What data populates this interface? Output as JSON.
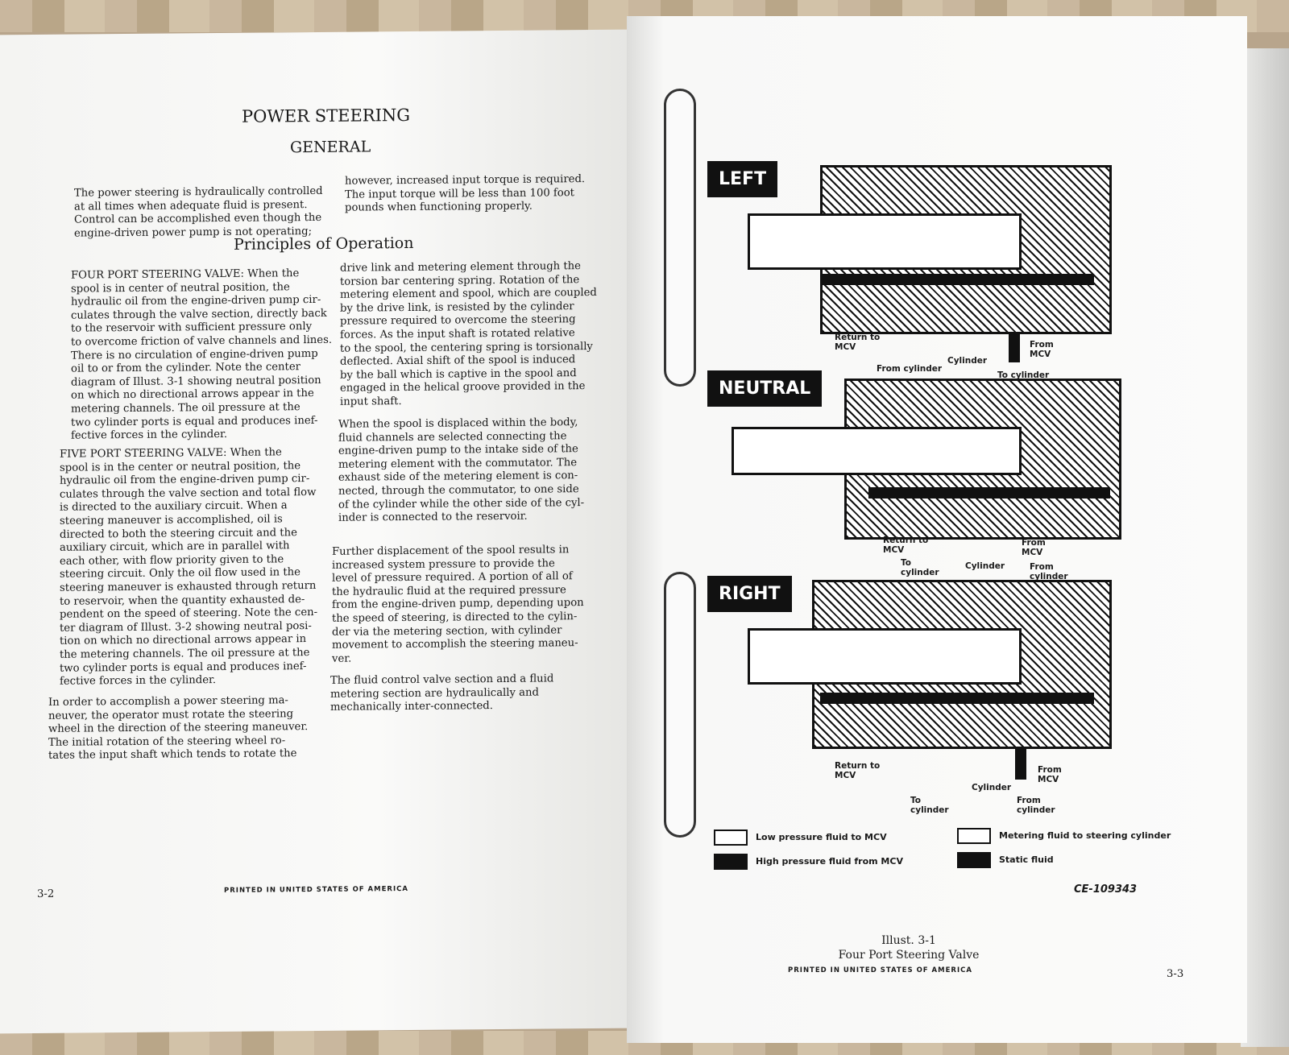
{
  "left_page": {
    "title": "POWER STEERING",
    "subtitle": "GENERAL",
    "intro_col1": "The power steering is hydraulically controlled\nat all times when adequate fluid is present.\nControl can be accomplished even though the\nengine-driven power pump is not operating;",
    "intro_col2": "however, increased input torque is required.\nThe input torque will be less than 100 foot\npounds when functioning properly.",
    "section_heading": "Principles of Operation",
    "col1_p1": "FOUR PORT STEERING VALVE:  When the\nspool is in center of neutral position, the\nhydraulic oil from the engine-driven pump cir-\nculates through the valve section, directly back\nto the reservoir with sufficient pressure only\nto overcome friction of valve channels and lines.\nThere is no circulation of engine-driven pump\noil to or from the cylinder.  Note the center\ndiagram of Illust. 3-1 showing neutral position\non which no directional arrows appear in the\nmetering channels.  The oil pressure at the\ntwo cylinder ports is equal and produces inef-\nfective forces in the cylinder.",
    "col1_p2": "FIVE PORT STEERING VALVE:  When the\nspool is in the center or neutral position, the\nhydraulic oil from the engine-driven pump cir-\nculates through the valve section and total flow\nis directed to the auxiliary circuit.  When a\nsteering maneuver is accomplished, oil is\ndirected to both the steering circuit and the\nauxiliary circuit, which are in parallel with\neach other, with flow priority given to the\nsteering circuit.  Only the oil flow used in the\nsteering maneuver is exhausted through return\nto reservoir, when the quantity exhausted de-\npendent on the speed of steering.  Note the cen-\nter diagram of Illust. 3-2 showing neutral posi-\ntion on which no directional arrows appear in\nthe metering channels.  The oil pressure at the\ntwo cylinder ports is equal and produces inef-\nfective forces in the cylinder.",
    "col1_p3": "In order to accomplish a power steering ma-\nneuver, the operator must rotate the steering\nwheel in the direction of the steering maneuver.\nThe initial rotation of the steering wheel ro-\ntates the input shaft which tends to rotate the",
    "col2_p1": "drive link and metering element through the\ntorsion bar centering spring.  Rotation of the\nmetering element and spool, which are coupled\nby the drive link, is resisted by the cylinder\npressure required to overcome the steering\nforces.  As the input shaft is rotated relative\nto the spool, the centering spring is torsionally\ndeflected.  Axial shift of the spool is induced\nby the ball which is captive in the spool and\nengaged in the helical groove provided in the\ninput shaft.",
    "col2_p2": "When the spool is displaced within the body,\nfluid channels are selected connecting the\nengine-driven pump to the intake side of the\nmetering element with the commutator.  The\nexhaust side of the metering element is con-\nnected, through the commutator, to one side\nof the cylinder while the other side of the cyl-\ninder is connected to the reservoir.",
    "col2_p3": "Further displacement of the spool results in\nincreased system pressure to provide the\nlevel of pressure required.  A portion of all of\nthe hydraulic fluid at the required pressure\nfrom the engine-driven pump, depending upon\nthe speed of steering, is directed to the cylin-\nder via the metering section, with cylinder\nmovement to accomplish the steering maneu-\nver.",
    "col2_p4": "The fluid control valve section and a fluid\nmetering section are hydraulically and\nmechanically inter-connected.",
    "page_number": "3-2",
    "footer": "PRINTED IN UNITED STATES OF AMERICA"
  },
  "right_page": {
    "diagrams": [
      {
        "tag": "LEFT",
        "labels": [
          "Return to\nMCV",
          "Cylinder",
          "From\nMCV",
          "From cylinder",
          "To cylinder"
        ]
      },
      {
        "tag": "NEUTRAL",
        "labels": [
          "Return to\nMCV",
          "Cylinder",
          "From\nMCV",
          "To\ncylinder",
          "From\ncylinder"
        ]
      },
      {
        "tag": "RIGHT",
        "labels": [
          "Return to\nMCV",
          "Cylinder",
          "From\nMCV",
          "To\ncylinder",
          "From\ncylinder"
        ]
      }
    ],
    "legend": [
      {
        "label": "Low pressure fluid to MCV",
        "color": "#ffffff"
      },
      {
        "label": "High pressure fluid from MCV",
        "color": "#111111"
      },
      {
        "label": "Metering fluid to steering cylinder",
        "color": "#ffffff"
      },
      {
        "label": "Static fluid",
        "color": "#111111"
      }
    ],
    "figure_code": "CE-109343",
    "caption_number": "Illust. 3-1",
    "caption_title": "Four Port Steering Valve",
    "footer": "PRINTED IN UNITED STATES OF AMERICA",
    "page_number": "3-3"
  }
}
